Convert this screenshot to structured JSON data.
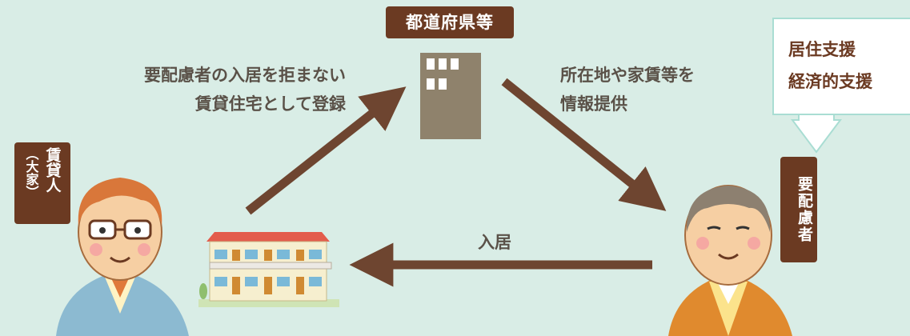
{
  "header": {
    "government_label": "都道府県等"
  },
  "edges": {
    "registration_line1": "要配慮者の入居を拒まない",
    "registration_line2": "賃貸住宅として登録",
    "info_line1": "所在地や家賃等を",
    "info_line2": "情報提供",
    "move_in": "入居"
  },
  "actors": {
    "landlord_main": "賃貸人",
    "landlord_sub": "（大家）",
    "needs_person": "要配慮者"
  },
  "support": {
    "line1": "居住支援",
    "line2": "経済的支援"
  },
  "colors": {
    "background": "#d9ede6",
    "tag_brown": "#6b3a22",
    "arrow_brown": "#6e4530",
    "building_gray": "#8f826c",
    "callout_border": "#a9ddd3"
  },
  "icons": [
    "government-building-icon",
    "apartment-building-icon",
    "landlord-person-icon",
    "needs-person-icon"
  ]
}
